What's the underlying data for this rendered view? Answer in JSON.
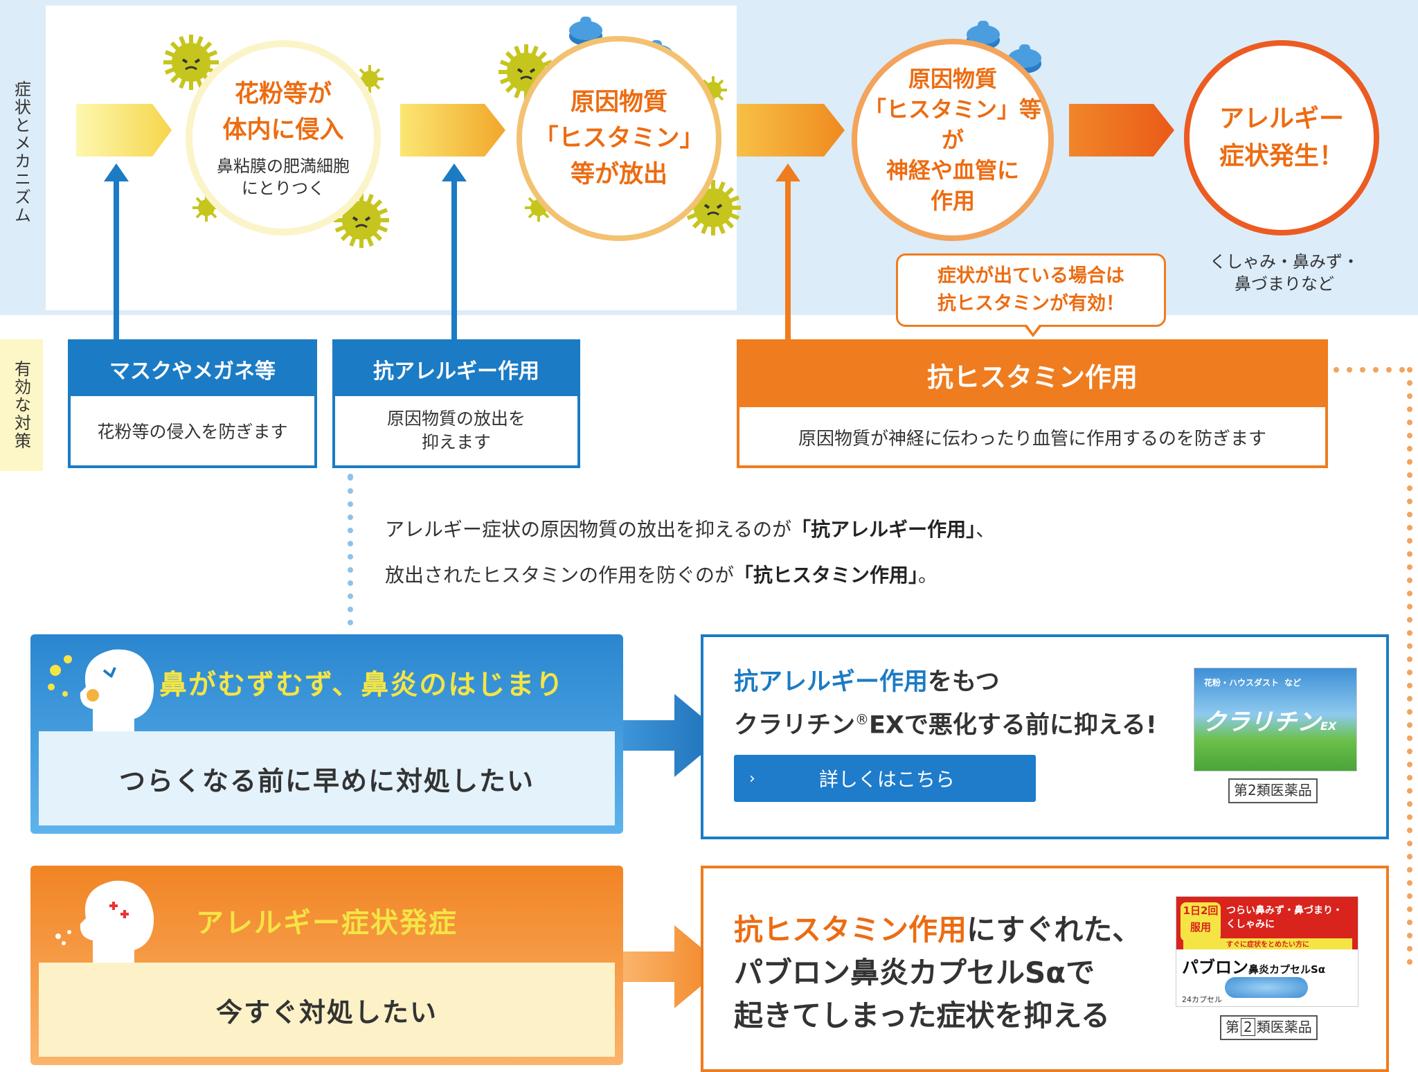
{
  "sections": {
    "mechanism_label": "症状とメカニズム",
    "measures_label": "有効な対策"
  },
  "mechanism": {
    "step1": {
      "main": "花粉等が\n体内に侵入",
      "sub": "鼻粘膜の肥満細胞\nにとりつく"
    },
    "step2": {
      "main": "原因物質\n「ヒスタミン」\n等が放出"
    },
    "step3": {
      "main": "原因物質\n「ヒスタミン」等が\n神経や血管に\n作用"
    },
    "step4": {
      "main": "アレルギー\n症状発生！"
    },
    "result_note": "くしゃみ・鼻みず・\n鼻づまりなど"
  },
  "bubble": "症状が出ている場合は\n抗ヒスタミンが有効！",
  "measures": {
    "mask": {
      "title": "マスクやメガネ等",
      "desc": "花粉等の侵入を防ぎます"
    },
    "antiallergy": {
      "title": "抗アレルギー作用",
      "desc": "原因物質の放出を\n抑えます"
    },
    "antihistamine": {
      "title": "抗ヒスタミン作用",
      "desc": "原因物質が神経に伝わったり血管に作用するのを防ぎます"
    }
  },
  "explanation": {
    "line1_pre": "アレルギー症状の原因物質の放出を抑えるのが",
    "line1_bold": "「抗アレルギー作用」",
    "line1_post": "、",
    "line2_pre": "放出されたヒスタミンの作用を防ぐのが",
    "line2_bold": "「抗ヒスタミン作用」",
    "line2_post": "。"
  },
  "row1": {
    "title": "鼻がむずむず、鼻炎のはじまり",
    "subtitle": "つらくなる前に早めに対処したい",
    "text_hl": "抗アレルギー作用",
    "text_1": "をもつ",
    "text_2a": "クラリチン",
    "text_2reg": "®",
    "text_2b": "EXで悪化する前に抑える!",
    "button": "詳しくはこちら",
    "button_chev": "›",
    "badge": "第2類医薬品",
    "pack": {
      "tag": "花粉・ハウスダスト",
      "tag2": "など",
      "brand": "クラリチン",
      "brand_suffix": "EX"
    }
  },
  "row2": {
    "title": "アレルギー症状発症",
    "subtitle": "今すぐ対処したい",
    "text_hl": "抗ヒスタミン作用",
    "text_1": "にすぐれた、",
    "text_2": "パブロン鼻炎カプセルSαで",
    "text_3": "起きてしまった症状を抑える",
    "badge_pre": "第",
    "badge_num": "2",
    "badge_post": "類医薬品",
    "pack": {
      "dose": "1日2回",
      "dose2": "服用",
      "claim": "つらい鼻みず・鼻づまり・",
      "claim2": "くしゃみに",
      "band": "すぐに症状をとめたい方に",
      "brand": "パブロン",
      "brand_sub": "鼻炎カプセルSα",
      "count": "24カプセル"
    }
  },
  "colors": {
    "blue": "#1b7bc4",
    "orange": "#ef7c1e",
    "accent_yellow": "#f4e545"
  }
}
